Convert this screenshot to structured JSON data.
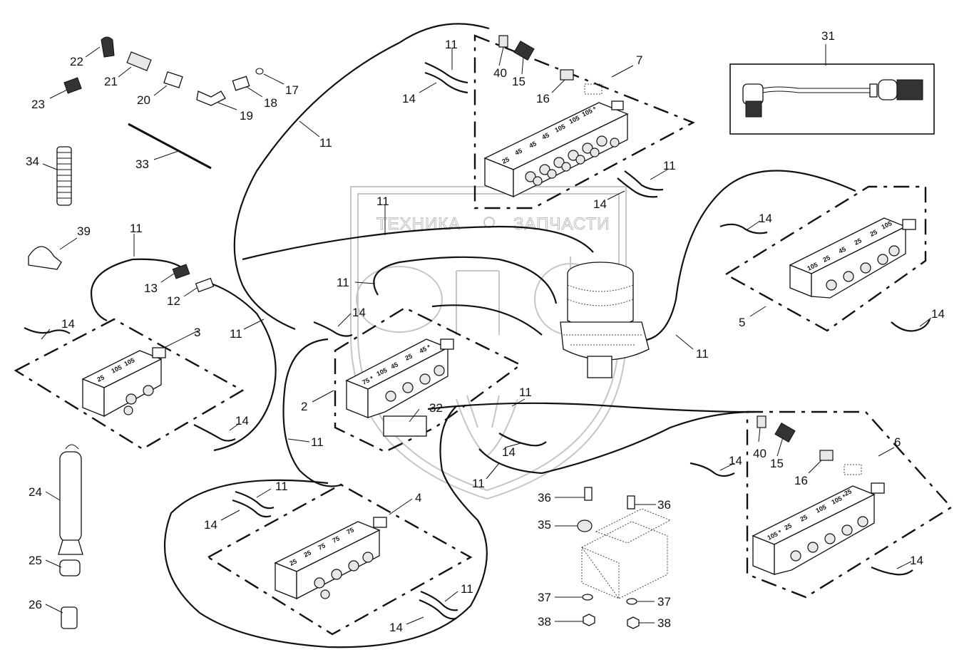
{
  "watermark": {
    "left_text": "ТЕХНИКА",
    "right_text": "ЗАПЧАСТИ"
  },
  "block_labels": {
    "b25": "25",
    "b45": "45",
    "b75": "75",
    "b105": "105",
    "b105s": "105 *",
    "b75s": "75 *",
    "b45s": "45 *"
  },
  "callouts": {
    "c2": "2",
    "c3": "3",
    "c4": "4",
    "c5": "5",
    "c6": "6",
    "c7": "7",
    "c11": "11",
    "c12": "12",
    "c13": "13",
    "c14": "14",
    "c15": "15",
    "c16": "16",
    "c17": "17",
    "c18": "18",
    "c19": "19",
    "c20": "20",
    "c21": "21",
    "c22": "22",
    "c23": "23",
    "c24": "24",
    "c25": "25",
    "c26": "26",
    "c31": "31",
    "c32": "32",
    "c33": "33",
    "c34": "34",
    "c35": "35",
    "c36": "36",
    "c37": "37",
    "c38": "38",
    "c39": "39",
    "c40": "40"
  }
}
